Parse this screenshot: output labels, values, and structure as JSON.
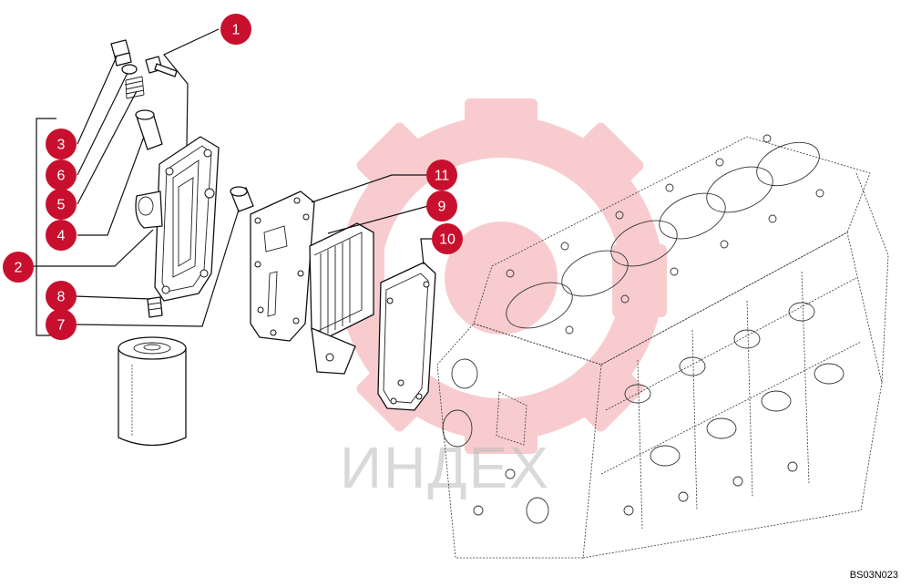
{
  "drawing_code": "BS03N023",
  "watermark": {
    "text": "ИНДЕХ",
    "color": "#e31e24"
  },
  "accent_color": "#c8102e",
  "callouts": [
    {
      "id": "1",
      "label": "1"
    },
    {
      "id": "2",
      "label": "2"
    },
    {
      "id": "3",
      "label": "3"
    },
    {
      "id": "4",
      "label": "4"
    },
    {
      "id": "5",
      "label": "5"
    },
    {
      "id": "6",
      "label": "6"
    },
    {
      "id": "7",
      "label": "7"
    },
    {
      "id": "8",
      "label": "8"
    },
    {
      "id": "9",
      "label": "9"
    },
    {
      "id": "10",
      "label": "10"
    },
    {
      "id": "11",
      "label": "11"
    }
  ]
}
